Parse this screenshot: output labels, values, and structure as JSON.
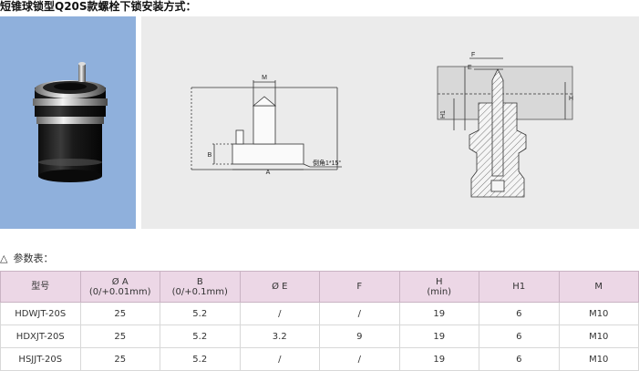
{
  "title": "短锥球锁型Q20S款螺栓下锁安装方式：",
  "photo": {
    "alt_icon": "ball-lock-cylinder-photo"
  },
  "drawing": {
    "left_labels": {
      "m": "M",
      "a": "A",
      "b": "B",
      "chamfer": "倒角1*15°"
    },
    "right_labels": {
      "f": "F",
      "e": "E",
      "h": "H",
      "h1": "H1"
    }
  },
  "params": {
    "heading": "参数表：",
    "columns": [
      {
        "line1": "型号",
        "line2": ""
      },
      {
        "line1": "Ø A",
        "line2": "(0/+0.01mm)"
      },
      {
        "line1": "B",
        "line2": "(0/+0.1mm)"
      },
      {
        "line1": "Ø E",
        "line2": ""
      },
      {
        "line1": "F",
        "line2": ""
      },
      {
        "line1": "H",
        "line2": "(min)"
      },
      {
        "line1": "H1",
        "line2": ""
      },
      {
        "line1": "M",
        "line2": ""
      }
    ],
    "rows": [
      [
        "HDWJT-20S",
        "25",
        "5.2",
        "/",
        "/",
        "19",
        "6",
        "M10"
      ],
      [
        "HDXJT-20S",
        "25",
        "5.2",
        "3.2",
        "9",
        "19",
        "6",
        "M10"
      ],
      [
        "HSJJT-20S",
        "25",
        "5.2",
        "/",
        "/",
        "19",
        "6",
        "M10"
      ]
    ]
  },
  "colors": {
    "photo_bg": "#8fb0dc",
    "drawing_bg": "#ebebeb",
    "header_bg": "#ecd7e6",
    "hatch": "#444444"
  }
}
